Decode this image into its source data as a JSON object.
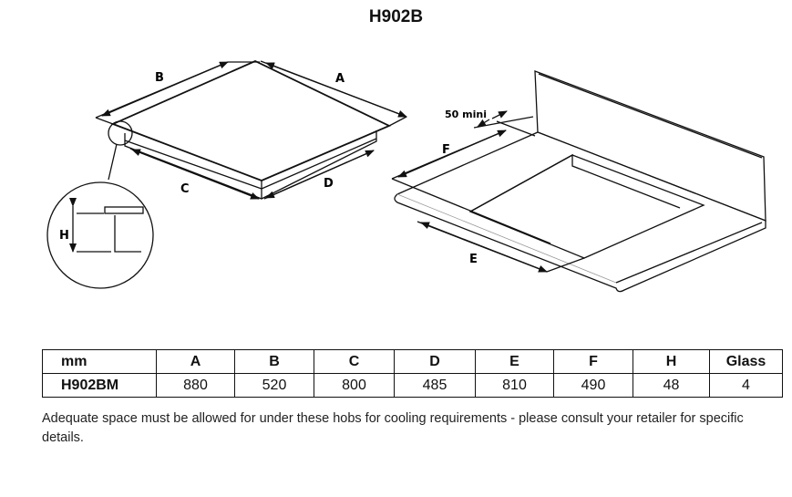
{
  "title": "H902B",
  "diagram": {
    "hob_labels": {
      "a": "A",
      "b": "B",
      "c": "C",
      "d": "D",
      "h": "H"
    },
    "worktop_labels": {
      "e": "E",
      "f": "F",
      "min": "50 mini"
    }
  },
  "table": {
    "headers": [
      "mm",
      "A",
      "B",
      "C",
      "D",
      "E",
      "F",
      "H",
      "Glass"
    ],
    "rows": [
      [
        "H902BM",
        "880",
        "520",
        "800",
        "485",
        "810",
        "490",
        "48",
        "4"
      ]
    ]
  },
  "note": "Adequate space must be allowed for under these hobs for cooling requirements - please consult your retailer for specific details."
}
